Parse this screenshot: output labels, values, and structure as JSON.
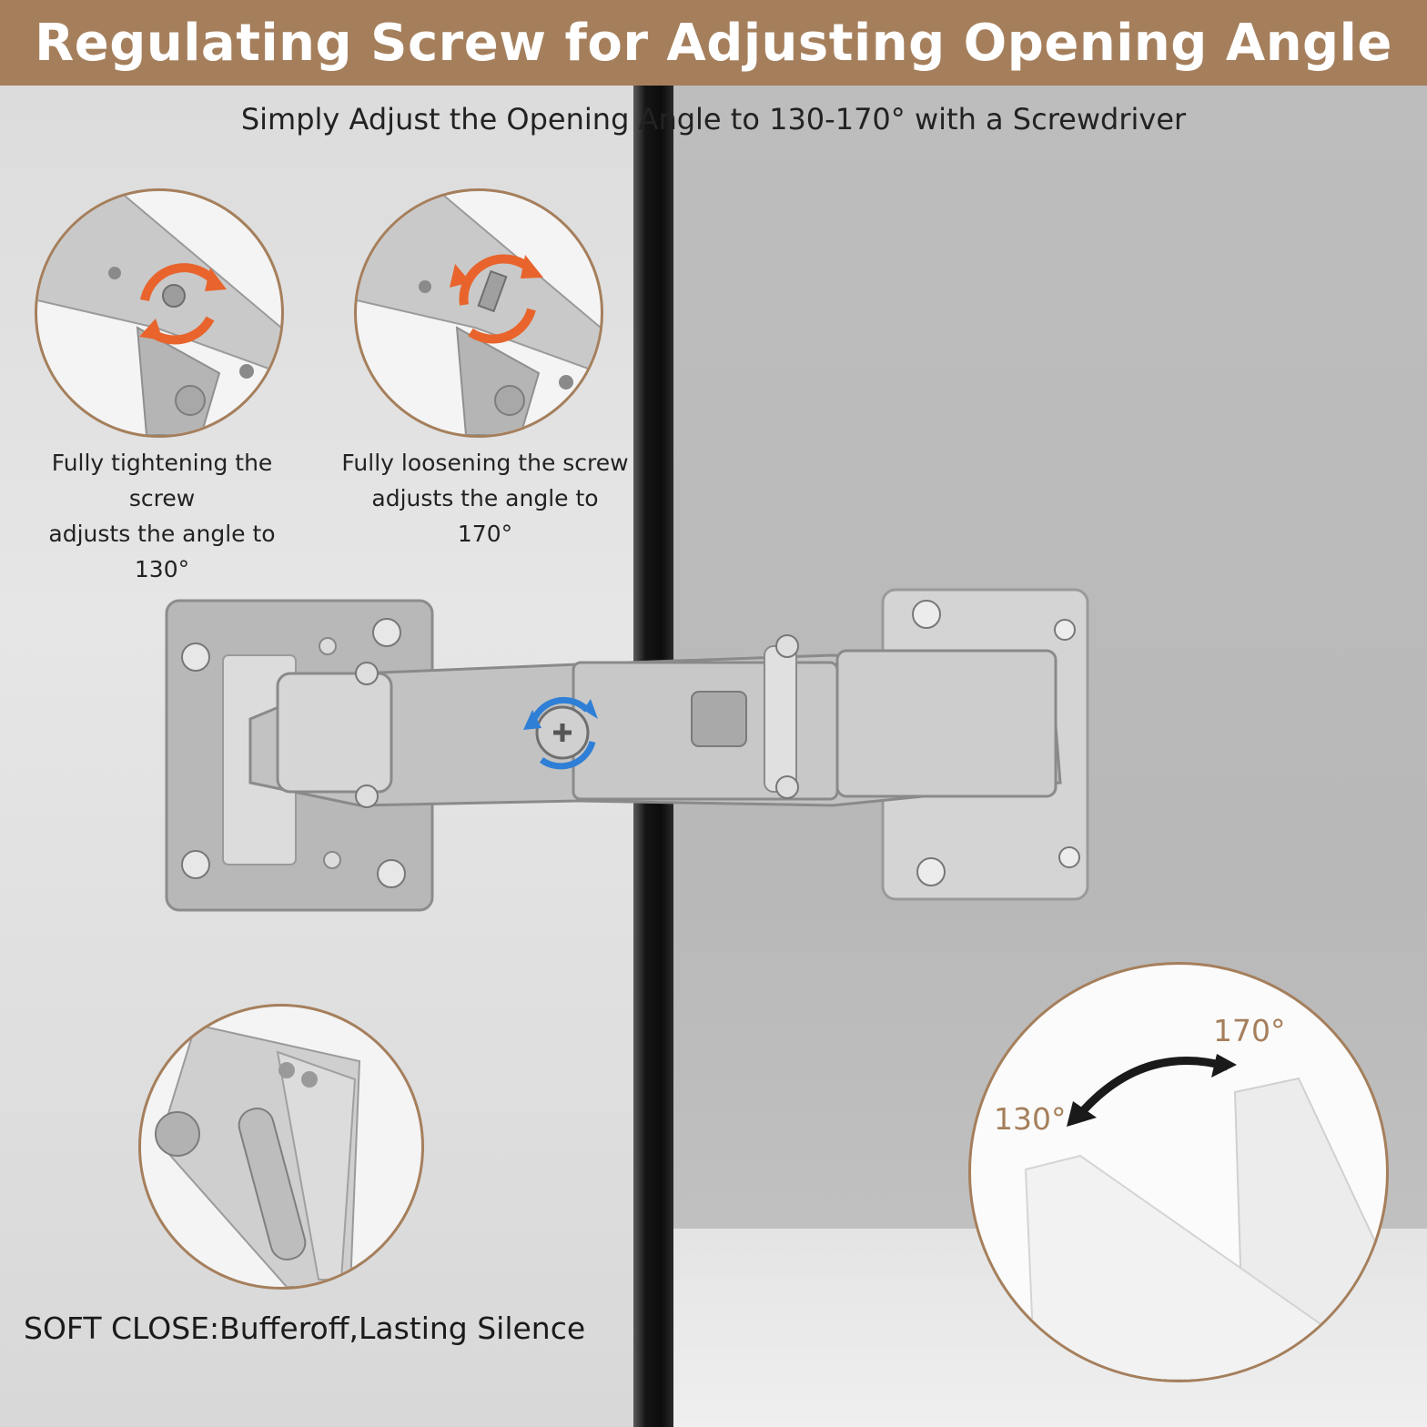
{
  "header": {
    "title": "Regulating Screw for Adjusting Opening Angle",
    "subtitle": "Simply Adjust the Opening Angle to 130-170° with a Screwdriver"
  },
  "details": [
    {
      "line1": "Fully tightening the screw",
      "line2": "adjusts the angle to 130°"
    },
    {
      "line1": "Fully loosening the screw",
      "line2": "adjusts the angle to 170°"
    }
  ],
  "soft_close": "SOFT CLOSE:Bufferoff,Lasting Silence",
  "angle_labels": {
    "min": "130°",
    "max": "170°"
  },
  "colors": {
    "accent": "#a57f5c",
    "arrow_orange": "#e8642c",
    "arrow_blue": "#2f7fd6"
  }
}
